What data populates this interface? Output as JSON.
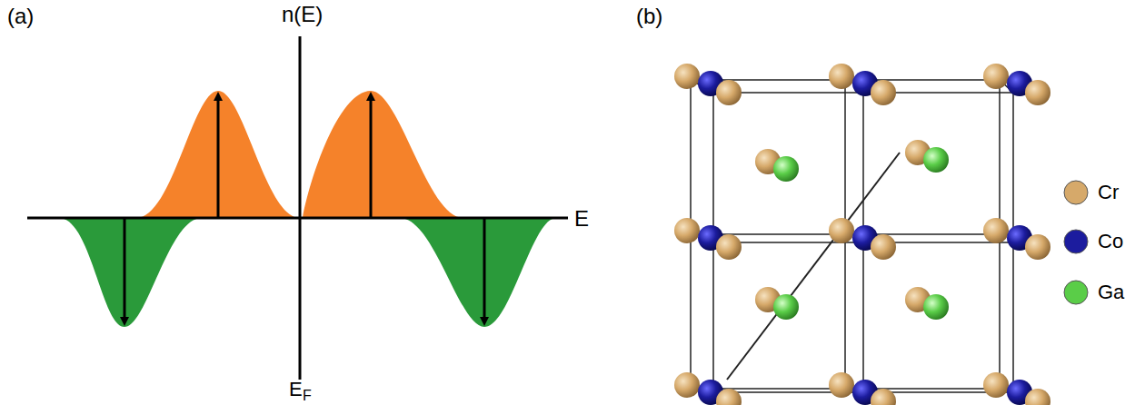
{
  "diagram": {
    "labels": [
      "(a)",
      "n(E)",
      "E",
      "E",
      "F",
      "(b)"
    ],
    "legend": [
      {
        "text": "Cr",
        "color": "#d6a96a"
      },
      {
        "text": "Co",
        "color": "#1c1c9e"
      },
      {
        "text": "Ga",
        "color": "#5acd48"
      }
    ]
  }
}
